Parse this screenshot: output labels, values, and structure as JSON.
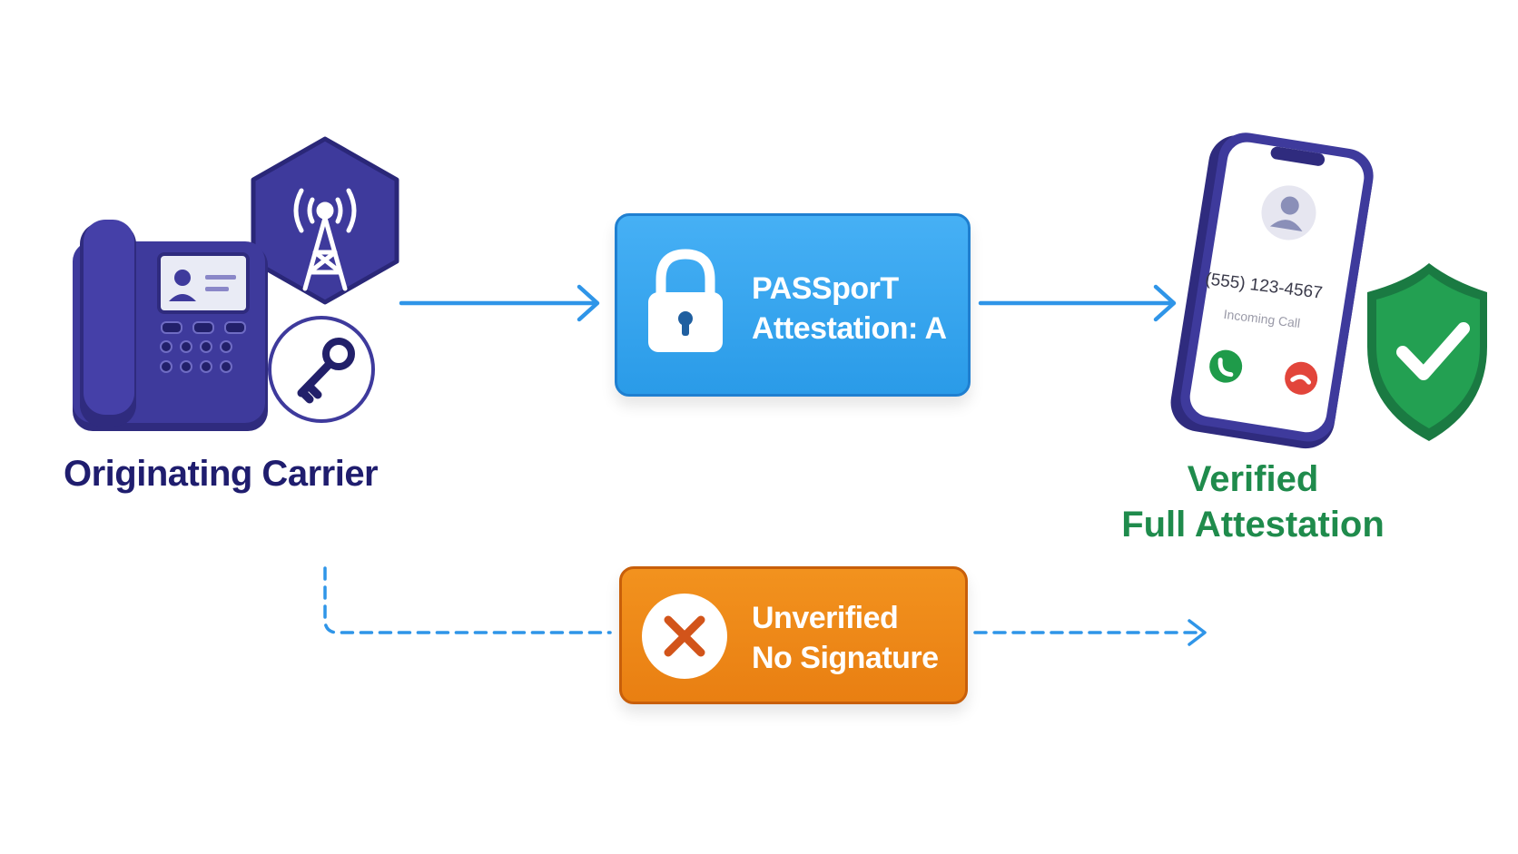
{
  "diagram": {
    "nodes": {
      "origin": {
        "label": "Originating Carrier",
        "icons": [
          "desk-phone-icon",
          "cell-tower-icon",
          "key-icon"
        ]
      },
      "passport": {
        "lines": [
          "PASSporT",
          "Attestation: A"
        ],
        "icon": "lock-icon",
        "color": "#2a9be8"
      },
      "unverified": {
        "lines": [
          "Unverified",
          "No Signature"
        ],
        "icon": "x-circle-icon",
        "color": "#e97f12"
      },
      "verified": {
        "lines": [
          "Verified",
          "Full Attestation"
        ],
        "icons": [
          "smartphone-icon",
          "shield-check-icon"
        ],
        "color": "#1f8b4c"
      }
    },
    "phone_screen": {
      "caller_number": "(555) 123-4567",
      "call_status": "Incoming Call"
    },
    "edges": [
      {
        "from": "origin",
        "to": "passport",
        "style": "solid"
      },
      {
        "from": "passport",
        "to": "verified",
        "style": "solid"
      },
      {
        "from": "origin",
        "to": "unverified",
        "style": "dashed"
      },
      {
        "from": "unverified",
        "to": "verified",
        "style": "dashed"
      }
    ],
    "colors": {
      "carrier_purple": "#3d3a9e",
      "arrow_blue": "#2f95e8",
      "verified_green": "#1f8b4c",
      "origin_label": "#1f1d6e"
    }
  }
}
